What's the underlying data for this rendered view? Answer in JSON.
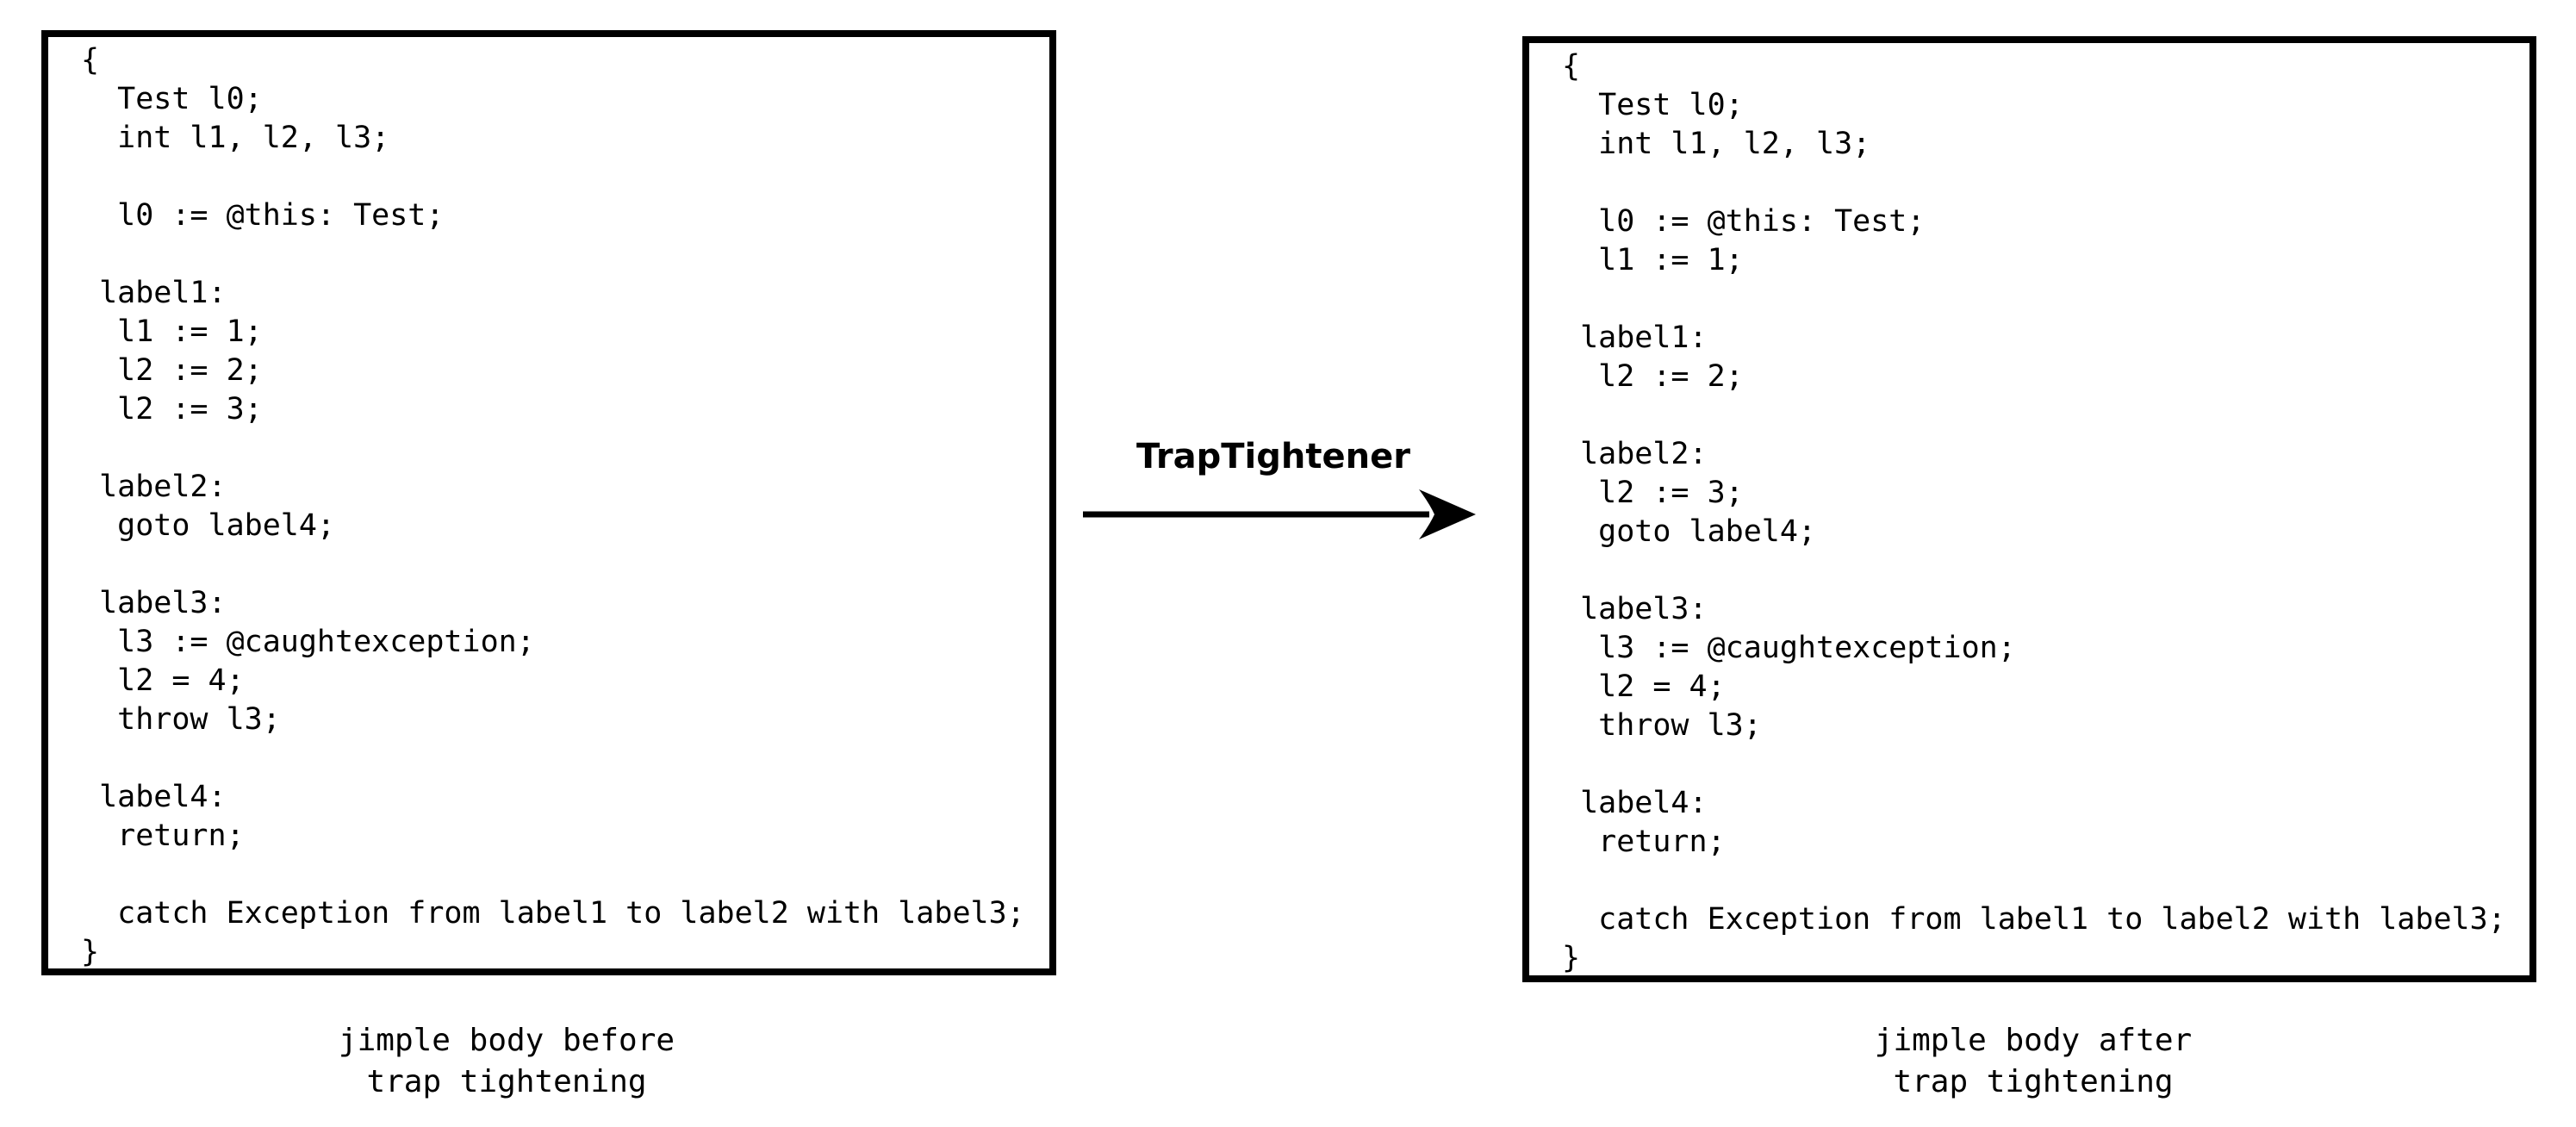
{
  "transform_label": "TrapTightener",
  "before": {
    "code": "{\n  Test l0;\n  int l1, l2, l3;\n\n  l0 := @this: Test;\n\n label1:\n  l1 := 1;\n  l2 := 2;\n  l2 := 3;\n\n label2:\n  goto label4;\n\n label3:\n  l3 := @caughtexception;\n  l2 = 4;\n  throw l3;\n\n label4:\n  return;\n\n  catch Exception from label1 to label2 with label3;\n}",
    "caption": [
      "jimple body before",
      "trap tightening"
    ]
  },
  "after": {
    "code": "{\n  Test l0;\n  int l1, l2, l3;\n\n  l0 := @this: Test;\n  l1 := 1;\n\n label1:\n  l2 := 2;\n\n label2:\n  l2 := 3;\n  goto label4;\n\n label3:\n  l3 := @caughtexception;\n  l2 = 4;\n  throw l3;\n\n label4:\n  return;\n\n  catch Exception from label1 to label2 with label3;\n}",
    "caption": [
      "jimple body after",
      "trap tightening"
    ]
  },
  "colors": {
    "ink": "#000000",
    "background": "#ffffff"
  }
}
